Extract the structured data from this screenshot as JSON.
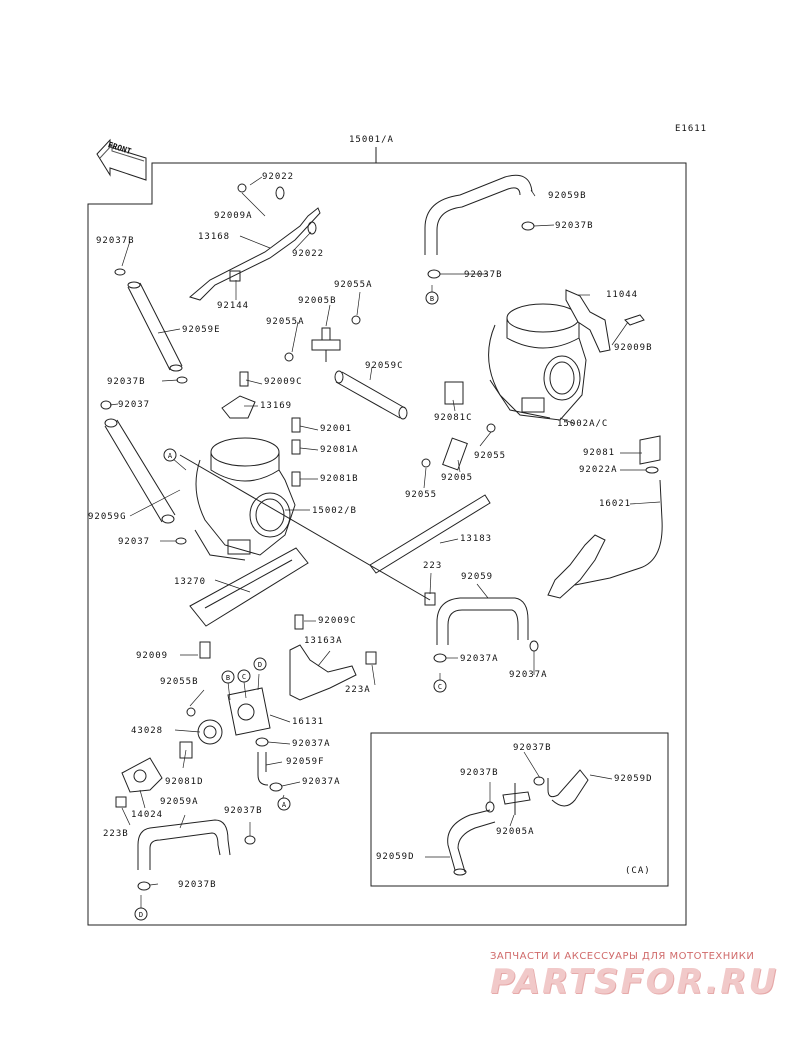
{
  "diagram_code": "E1611",
  "front_label": "FRONT",
  "main_assembly": "15001/A",
  "parts": {
    "p92022_top": "92022",
    "p92009A": "92009A",
    "p13168": "13168",
    "p92022_mid": "92022",
    "p92144": "92144",
    "p92037B_a": "92037B",
    "p92059E": "92059E",
    "p92037B_b": "92037B",
    "p92037_a": "92037",
    "p92059G": "92059G",
    "p92037_b": "92037",
    "p13270": "13270",
    "p92009": "92009",
    "p92055B": "92055B",
    "p43028": "43028",
    "p92081D": "92081D",
    "p14024": "14024",
    "p223B": "223B",
    "p92059A": "92059A",
    "p92037B_c": "92037B",
    "p92037B_d": "92037B",
    "p92059B": "92059B",
    "p92037B_e": "92037B",
    "p92037B_f": "92037B",
    "p11044": "11044",
    "p92009B": "92009B",
    "p92055A_a": "92055A",
    "p92005B": "92005B",
    "p92055A_b": "92055A",
    "p92009C_a": "92009C",
    "p13169": "13169",
    "p92059C": "92059C",
    "p92081C": "92081C",
    "p15002AC": "15002A/C",
    "p92001": "92001",
    "p92081A": "92081A",
    "p92081B": "92081B",
    "p15002B": "15002/B",
    "p92055_a": "92055",
    "p92005": "92005",
    "p92055_b": "92055",
    "p92081": "92081",
    "p92022A": "92022A",
    "p16021": "16021",
    "p13183": "13183",
    "p223": "223",
    "p92059": "92059",
    "p92037A_a": "92037A",
    "p92037A_b": "92037A",
    "p92009C_b": "92009C",
    "p13163A": "13163A",
    "p223A": "223A",
    "p16131": "16131",
    "p92037A_c": "92037A",
    "p92059F": "92059F",
    "p92037A_d": "92037A",
    "ca_92037B_a": "92037B",
    "ca_92037B_b": "92037B",
    "ca_92059D_a": "92059D",
    "ca_92005A": "92005A",
    "ca_92059D_b": "92059D"
  },
  "callouts": {
    "A1": "A",
    "A2": "A",
    "B1": "B",
    "B2": "B",
    "C1": "C",
    "C2": "C",
    "D1": "D",
    "D2": "D"
  },
  "inset_label": "(CA)",
  "watermark": {
    "top": "ЗАПЧАСТИ И АКСЕССУАРЫ ДЛЯ МОТОТЕХНИКИ",
    "brand": "PARTSFOR.RU"
  }
}
